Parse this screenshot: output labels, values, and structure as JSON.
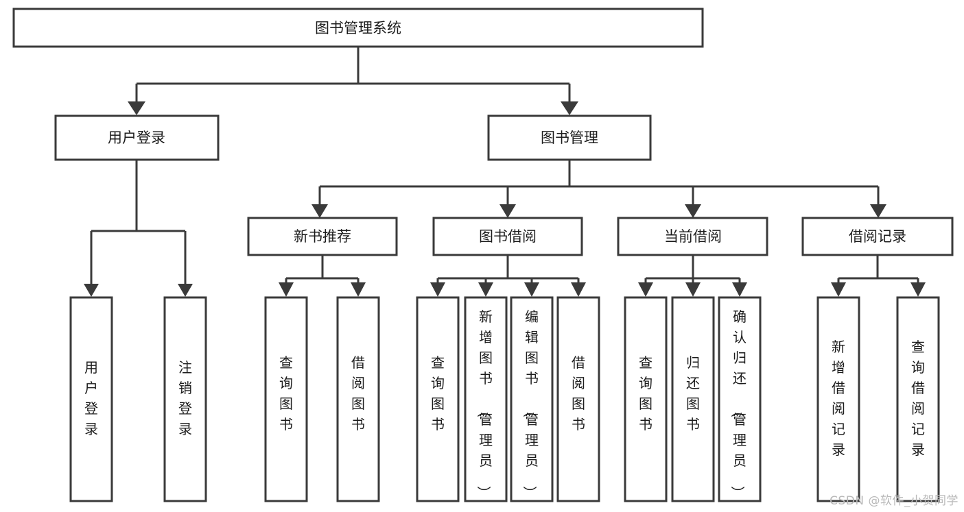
{
  "diagram": {
    "type": "tree",
    "title": "图书管理系统",
    "root": {
      "id": "root",
      "label": "图书管理系统"
    },
    "level2": [
      {
        "id": "user-login",
        "label": "用户登录"
      },
      {
        "id": "book-management",
        "label": "图书管理"
      }
    ],
    "level3": [
      {
        "id": "new-book-recommend",
        "label": "新书推荐",
        "parent": "book-management"
      },
      {
        "id": "book-borrow",
        "label": "图书借阅",
        "parent": "book-management"
      },
      {
        "id": "current-borrow",
        "label": "当前借阅",
        "parent": "book-management"
      },
      {
        "id": "borrow-record",
        "label": "借阅记录",
        "parent": "book-management"
      }
    ],
    "leaves": {
      "user-login": [
        {
          "id": "leaf-user-login",
          "label": "用户登录"
        },
        {
          "id": "leaf-user-logout",
          "label": "注销登录"
        }
      ],
      "new-book-recommend": [
        {
          "id": "leaf-query-book-1",
          "label": "查询图书"
        },
        {
          "id": "leaf-borrow-book-1",
          "label": "借阅图书"
        }
      ],
      "book-borrow": [
        {
          "id": "leaf-query-book-2",
          "label": "查询图书"
        },
        {
          "id": "leaf-add-book",
          "label": "新增图书（管理员）"
        },
        {
          "id": "leaf-edit-book",
          "label": "编辑图书（管理员）"
        },
        {
          "id": "leaf-borrow-book-2",
          "label": "借阅图书"
        }
      ],
      "current-borrow": [
        {
          "id": "leaf-query-book-3",
          "label": "查询图书"
        },
        {
          "id": "leaf-return-book",
          "label": "归还图书"
        },
        {
          "id": "leaf-confirm-return",
          "label": "确认归还（管理员）"
        }
      ],
      "borrow-record": [
        {
          "id": "leaf-add-record",
          "label": "新增借阅记录"
        },
        {
          "id": "leaf-query-record",
          "label": "查询借阅记录"
        }
      ]
    }
  },
  "watermark": {
    "text": "CSDN @软件_小贺同学"
  },
  "colors": {
    "stroke": "#3a3a3a",
    "fill": "#ffffff",
    "text": "#1c1c1c",
    "watermark": "#b9b9b9"
  }
}
